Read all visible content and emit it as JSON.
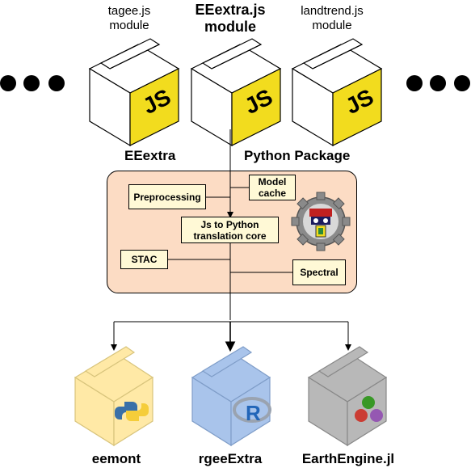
{
  "top_modules": [
    {
      "name_line1": "tagee.js",
      "name_line2": "module"
    },
    {
      "name_line1": "EEextra.js",
      "name_line2": "module"
    },
    {
      "name_line1": "landtrend.js",
      "name_line2": "module"
    }
  ],
  "js_badge": "JS",
  "section_labels": {
    "left": "EEextra",
    "right": "Python Package"
  },
  "components": {
    "preprocessing": "Preprocessing",
    "model_cache": "Model cache",
    "translation_core": "Js to Python translation core",
    "stac": "STAC",
    "spectral": "Spectral"
  },
  "outputs": [
    {
      "name": "eemont"
    },
    {
      "name": "rgeeExtra"
    },
    {
      "name": "EarthEngine.jl"
    }
  ],
  "r_badge": "R",
  "colors": {
    "panel": "#fcdcc4",
    "node": "#fff9d6",
    "js_yellow": "#f2dc1e",
    "eemont_box": "#ffe9a6",
    "rgee_box": "#a9c4eb",
    "julia_box": "#b8b8b8"
  }
}
